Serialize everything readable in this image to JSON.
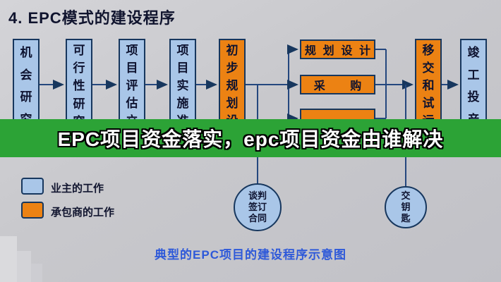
{
  "title": "4. EPC模式的建设程序",
  "banner": {
    "text": "EPC项目资金落实，epc项目资金由谁解决",
    "bg_color": "#2ca336"
  },
  "flow": {
    "stage_boxes": [
      {
        "label": "机会研究",
        "type": "owner"
      },
      {
        "label": "可行性研究",
        "type": "owner"
      },
      {
        "label": "项目评估立项",
        "type": "owner"
      },
      {
        "label": "项目实施准备",
        "type": "owner"
      },
      {
        "label": "初步规划设计",
        "type": "contractor"
      }
    ],
    "parallel_boxes": [
      {
        "label": "规划设计",
        "type": "contractor"
      },
      {
        "label": "采购",
        "type": "contractor"
      },
      {
        "label": "",
        "type": "contractor"
      }
    ],
    "handover_box": {
      "label": "移交和试运行",
      "type": "contractor"
    },
    "final_box": {
      "label": "竣工投产",
      "type": "owner"
    }
  },
  "legend": {
    "items": [
      {
        "swatch": "owner",
        "label": "业主的工作"
      },
      {
        "swatch": "contractor",
        "label": "承包商的工作"
      }
    ]
  },
  "milestones": [
    {
      "label": "谈判\n签订\n合同"
    },
    {
      "label": "交\n钥\n匙"
    }
  ],
  "caption": "典型的EPC项目的建设程序示意图",
  "colors": {
    "owner_fill": "#a9c6e8",
    "contractor_fill": "#ec8213",
    "box_border": "#17375e",
    "connector": "#24477e",
    "banner_green": "#2ca336",
    "caption_blue": "#2e59d9",
    "background_gray": "#c8c8cc"
  }
}
